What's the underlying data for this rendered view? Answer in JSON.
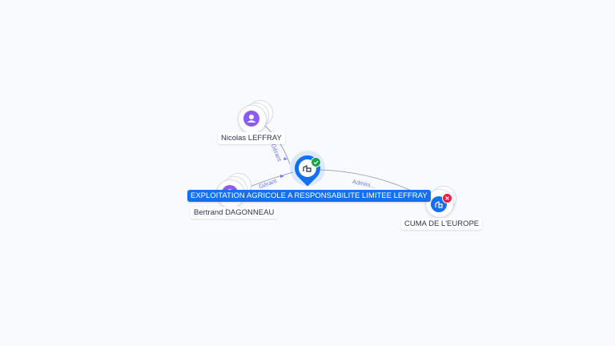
{
  "nodes": {
    "person_top": {
      "name": "Nicolas LEFFRAY",
      "icon": "person-icon"
    },
    "person_left": {
      "name": "Bertrand DAGONNEAU",
      "icon": "person-icon"
    },
    "company_center": {
      "name": "EXPLOITATION AGRICOLE A RESPONSABILITE LIMITEE LEFFRAY",
      "icon": "building-icon",
      "status": "active"
    },
    "company_right": {
      "name": "CUMA DE L'EUROPE",
      "icon": "building-icon",
      "status": "closed"
    }
  },
  "edges": {
    "top_to_center": "Gérant",
    "left_to_center": "Gérant",
    "center_to_right": "Admini..."
  },
  "colors": {
    "accent": "#1570ef",
    "person": "#8b5cf6",
    "status_active": "#16a34a",
    "status_closed": "#e11d48",
    "edge_label": "#6b78ff"
  }
}
